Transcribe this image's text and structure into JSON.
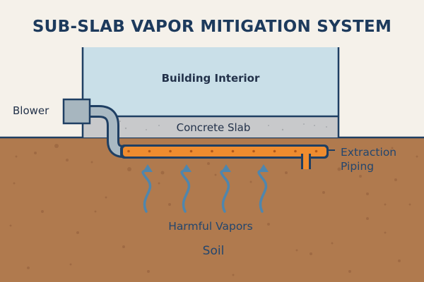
{
  "title": "SUB-SLAB VAPOR MITIGATION SYSTEM",
  "labels": {
    "building_interior": "Building Interior",
    "concrete_slab": "Concrete Slab",
    "blower": "Blower",
    "extraction_piping_line1": "Extraction",
    "extraction_piping_line2": "Piping",
    "harmful_vapors": "Harmful Vapors",
    "soil": "Soil"
  },
  "colors": {
    "background": "#f5f1ea",
    "title": "#1d3a5c",
    "outline": "#1f3f63",
    "building_interior": "#c9dfe8",
    "concrete_slab": "#c8c9cb",
    "soil": "#b07a4e",
    "soil_speck": "#9a6540",
    "blower": "#a7b6bf",
    "riser_pipe": "#a9b9c3",
    "extraction_pipe": "#ef8c2f",
    "vapor_arrow": "#4f86ad"
  },
  "vapor_arrow_count": 4
}
